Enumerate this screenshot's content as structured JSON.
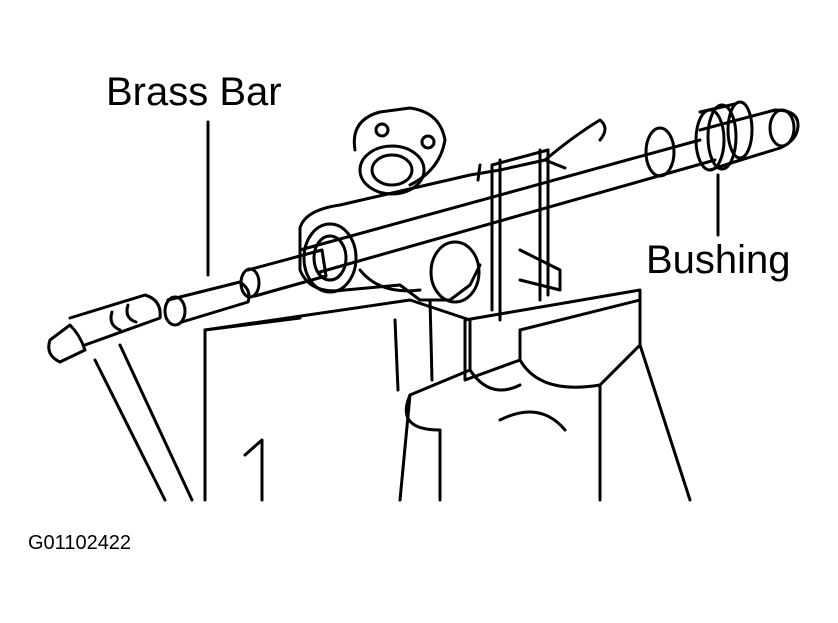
{
  "labels": {
    "brass_bar": "Brass Bar",
    "bushing": "Bushing"
  },
  "figure_id": "G01102422",
  "colors": {
    "line": "#000000",
    "background": "#ffffff"
  }
}
